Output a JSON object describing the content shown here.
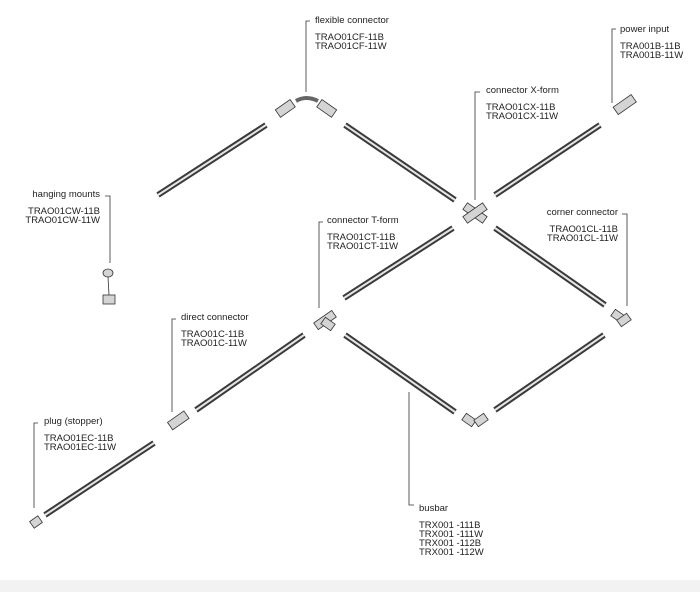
{
  "labels": {
    "flexible": {
      "title": "flexible connector",
      "codes": [
        "TRAO01CF-11B",
        "TRAO01CF-11W"
      ]
    },
    "power": {
      "title": "power input",
      "codes": [
        "TRA001B-11B",
        "TRA001B-11W"
      ]
    },
    "xform": {
      "title": "connector X-form",
      "codes": [
        "TRAO01CX-11B",
        "TRAO01CX-11W"
      ]
    },
    "hanging": {
      "title": "hanging mounts",
      "codes": [
        "TRAO01CW-11B",
        "TRAO01CW-11W"
      ]
    },
    "tform": {
      "title": "connector T-form",
      "codes": [
        "TRAO01CT-11B",
        "TRAO01CT-11W"
      ]
    },
    "corner": {
      "title": "corner connector",
      "codes": [
        "TRAO01CL-11B",
        "TRAO01CL-11W"
      ]
    },
    "direct": {
      "title": "direct connector",
      "codes": [
        "TRAO01C-11B",
        "TRAO01C-11W"
      ]
    },
    "plug": {
      "title": "plug (stopper)",
      "codes": [
        "TRAO01EC-11B",
        "TRAO01EC-11W"
      ]
    },
    "busbar": {
      "title": "busbar",
      "codes": [
        "TRX001 -111B",
        "TRX001 -111W",
        "TRX001 -112B",
        "TRX001 -112W"
      ]
    }
  }
}
